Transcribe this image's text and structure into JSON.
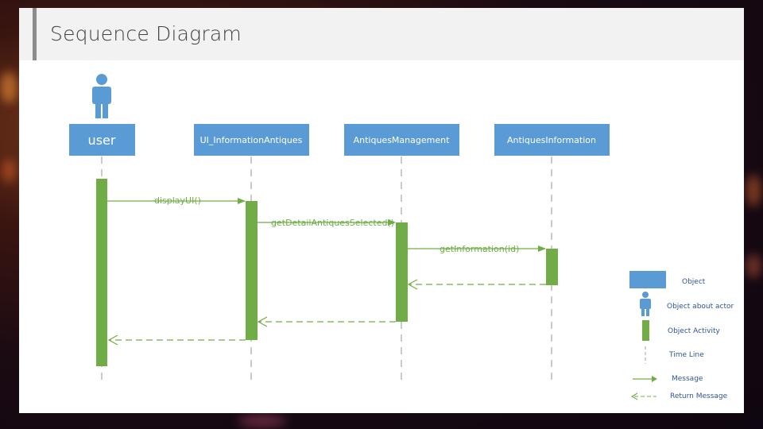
{
  "slide": {
    "title": "Sequence Diagram"
  },
  "diagram": {
    "lifelines": [
      {
        "label": "user"
      },
      {
        "label": "UI_InformationAntiques"
      },
      {
        "label": "AntiquesManagement"
      },
      {
        "label": "AntiquesInformation"
      }
    ],
    "messages": [
      {
        "label": "displayUI()"
      },
      {
        "label": "getDetailAntiquesSelected()"
      },
      {
        "label": "getInformation(id)"
      }
    ]
  },
  "legend": {
    "object": "Object",
    "actor": "Object about actor",
    "activity": "Object Activity",
    "timeline": "Time Line",
    "message": "Message",
    "return_message": "Return Message"
  },
  "colors": {
    "object_blue": "#5b9bd5",
    "activity_green": "#70ad47",
    "legend_text": "#2f5597",
    "lifeline_gray": "#a6a6a6"
  }
}
